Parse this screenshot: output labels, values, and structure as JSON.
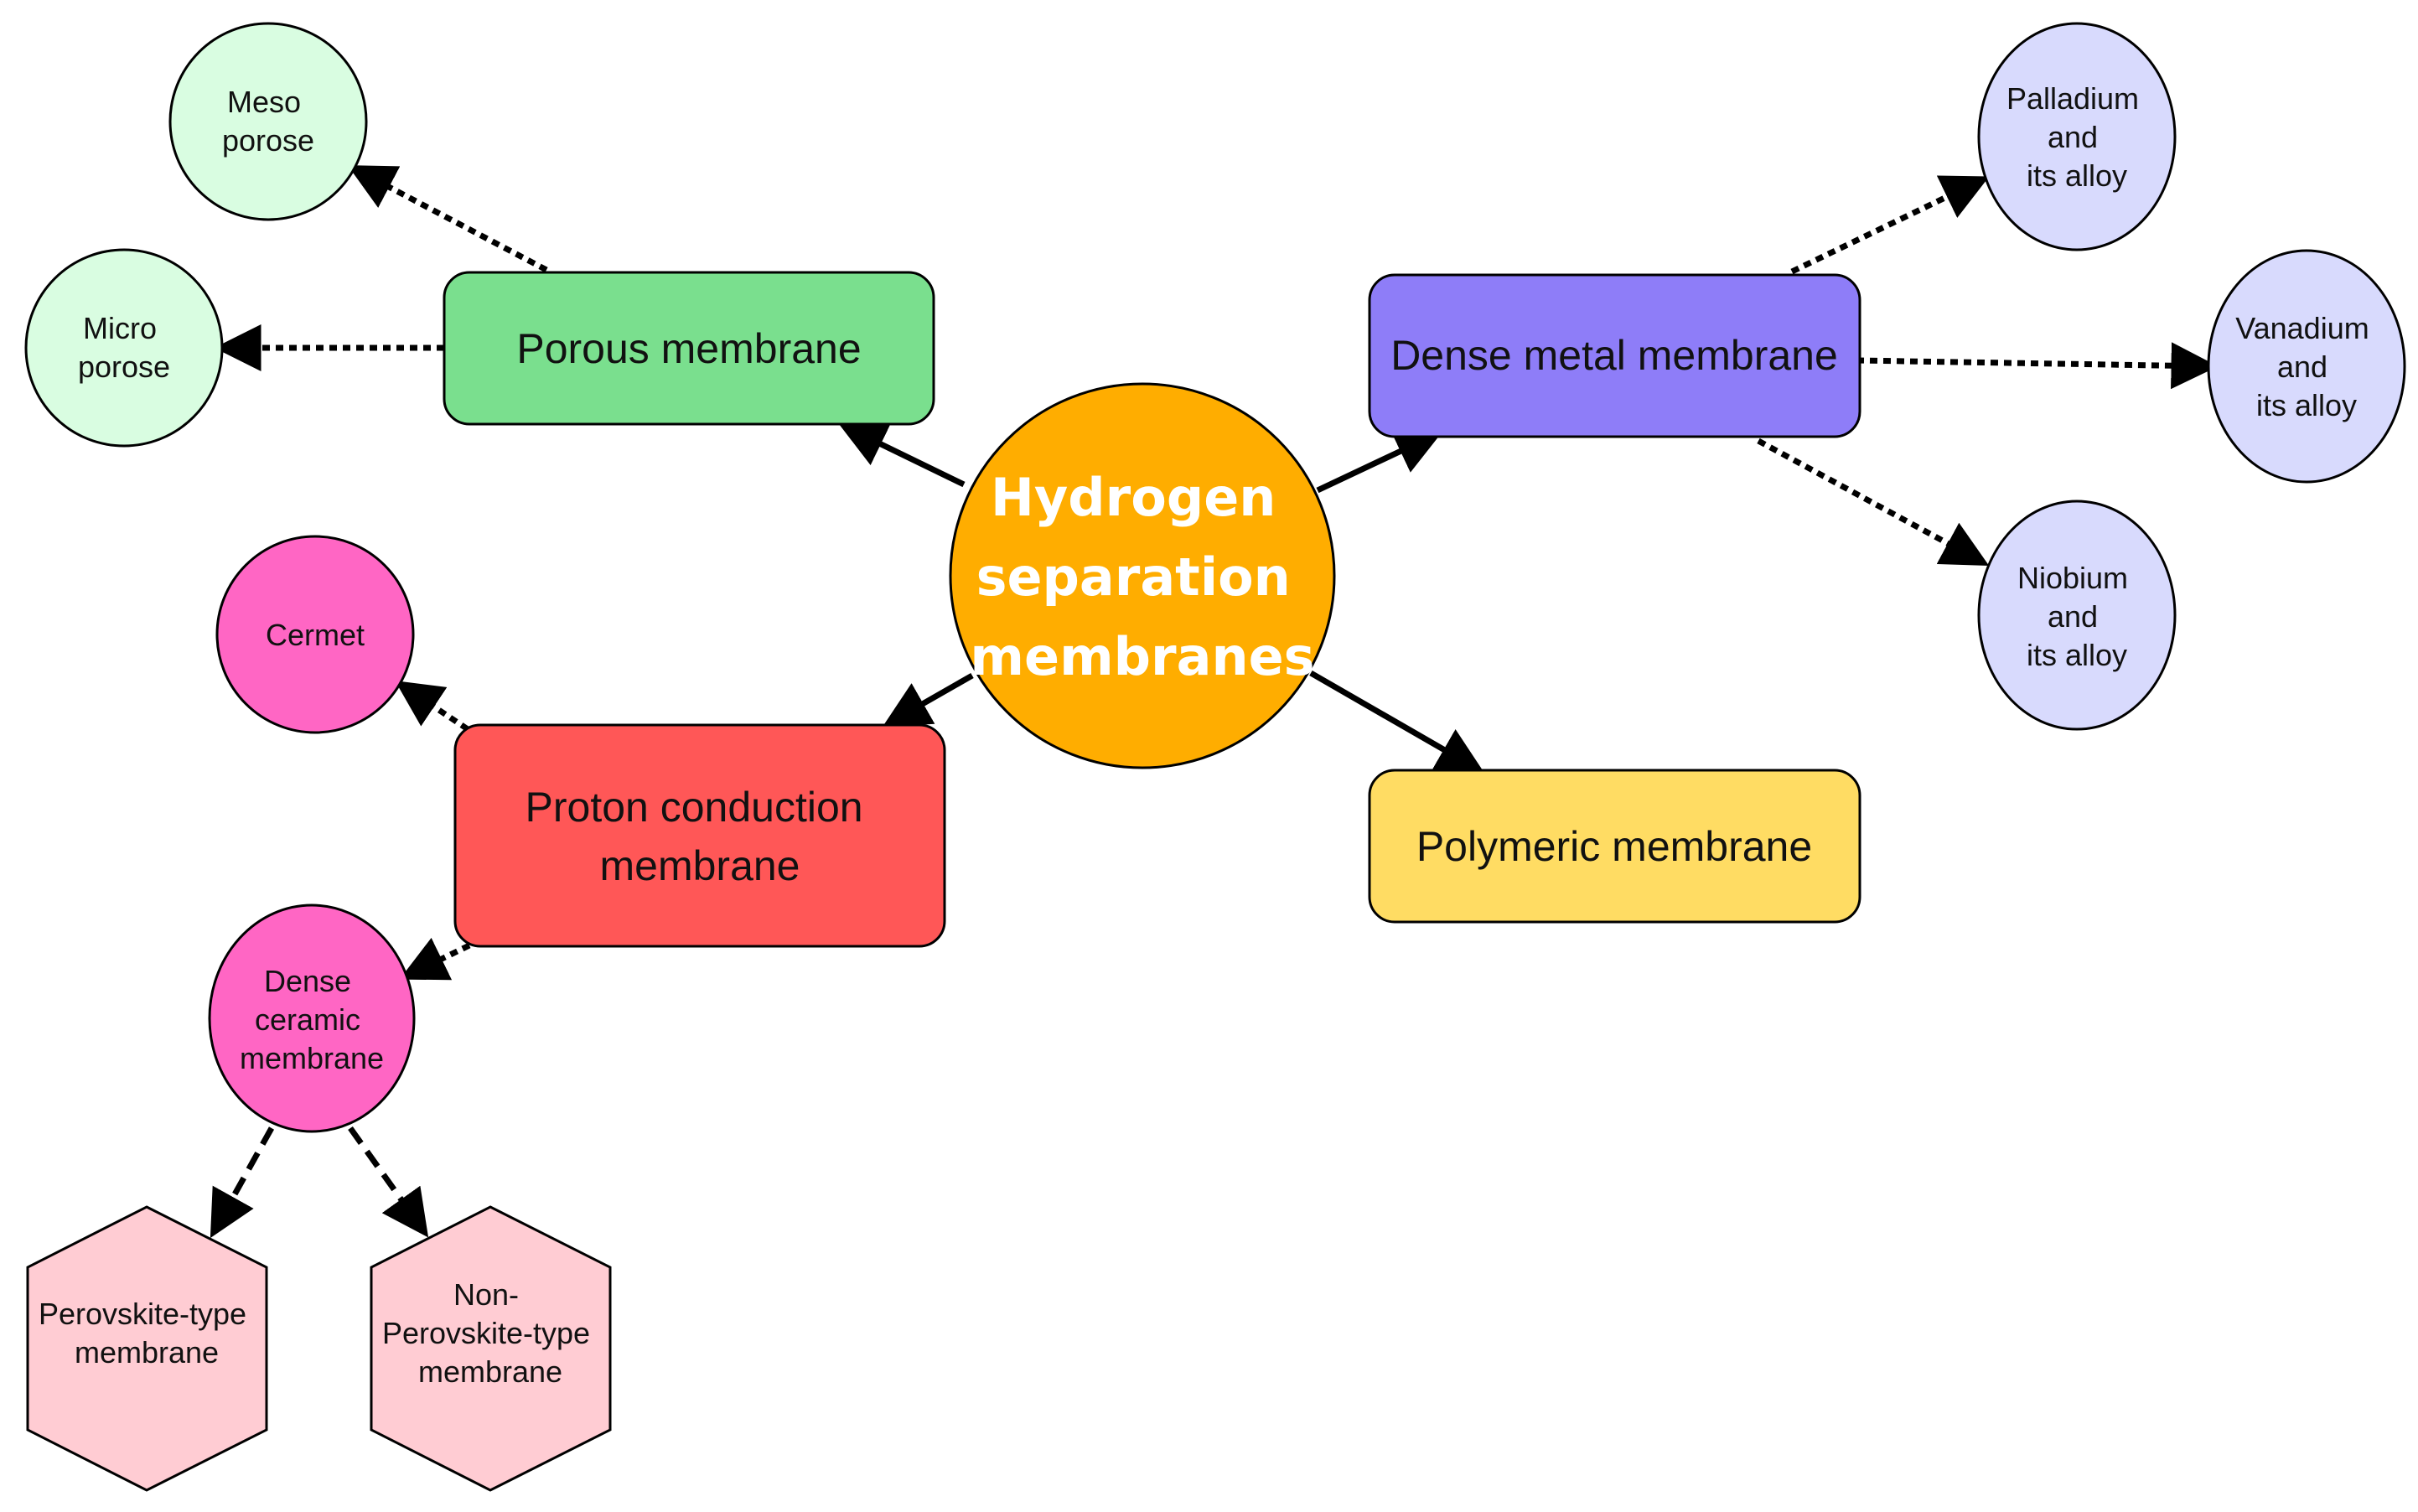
{
  "center": {
    "lines": [
      "Hydrogen",
      "separation",
      "membranes"
    ],
    "color": "#FFAD00"
  },
  "porous": {
    "label": "Porous membrane",
    "color": "#7ADF8E",
    "children": {
      "meso": [
        "Meso",
        "porose"
      ],
      "micro": [
        "Micro",
        "porose"
      ]
    },
    "child_color": "#D9FDE1"
  },
  "dense_metal": {
    "label": "Dense metal membrane",
    "color": "#8E7DF8",
    "children": {
      "palladium": [
        "Palladium",
        "and",
        "its alloy"
      ],
      "vanadium": [
        "Vanadium",
        "and",
        "its alloy"
      ],
      "niobium": [
        "Niobium",
        "and",
        "its alloy"
      ]
    },
    "child_color": "#D8DAFD"
  },
  "proton": {
    "lines": [
      "Proton conduction",
      "membrane"
    ],
    "color": "#FF5757",
    "children": {
      "cermet": [
        "Cermet"
      ],
      "dense_ceramic": [
        "Dense",
        "ceramic",
        "membrane"
      ]
    },
    "child_color": "#FF66C4"
  },
  "polymeric": {
    "label": "Polymeric membrane",
    "color": "#FFDC63"
  },
  "ceramic_types": {
    "perovskite": [
      "Perovskite-type",
      "membrane"
    ],
    "non_perovskite": [
      "Non-",
      "Perovskite-type",
      "membrane"
    ],
    "color": "#FFCCD3"
  }
}
